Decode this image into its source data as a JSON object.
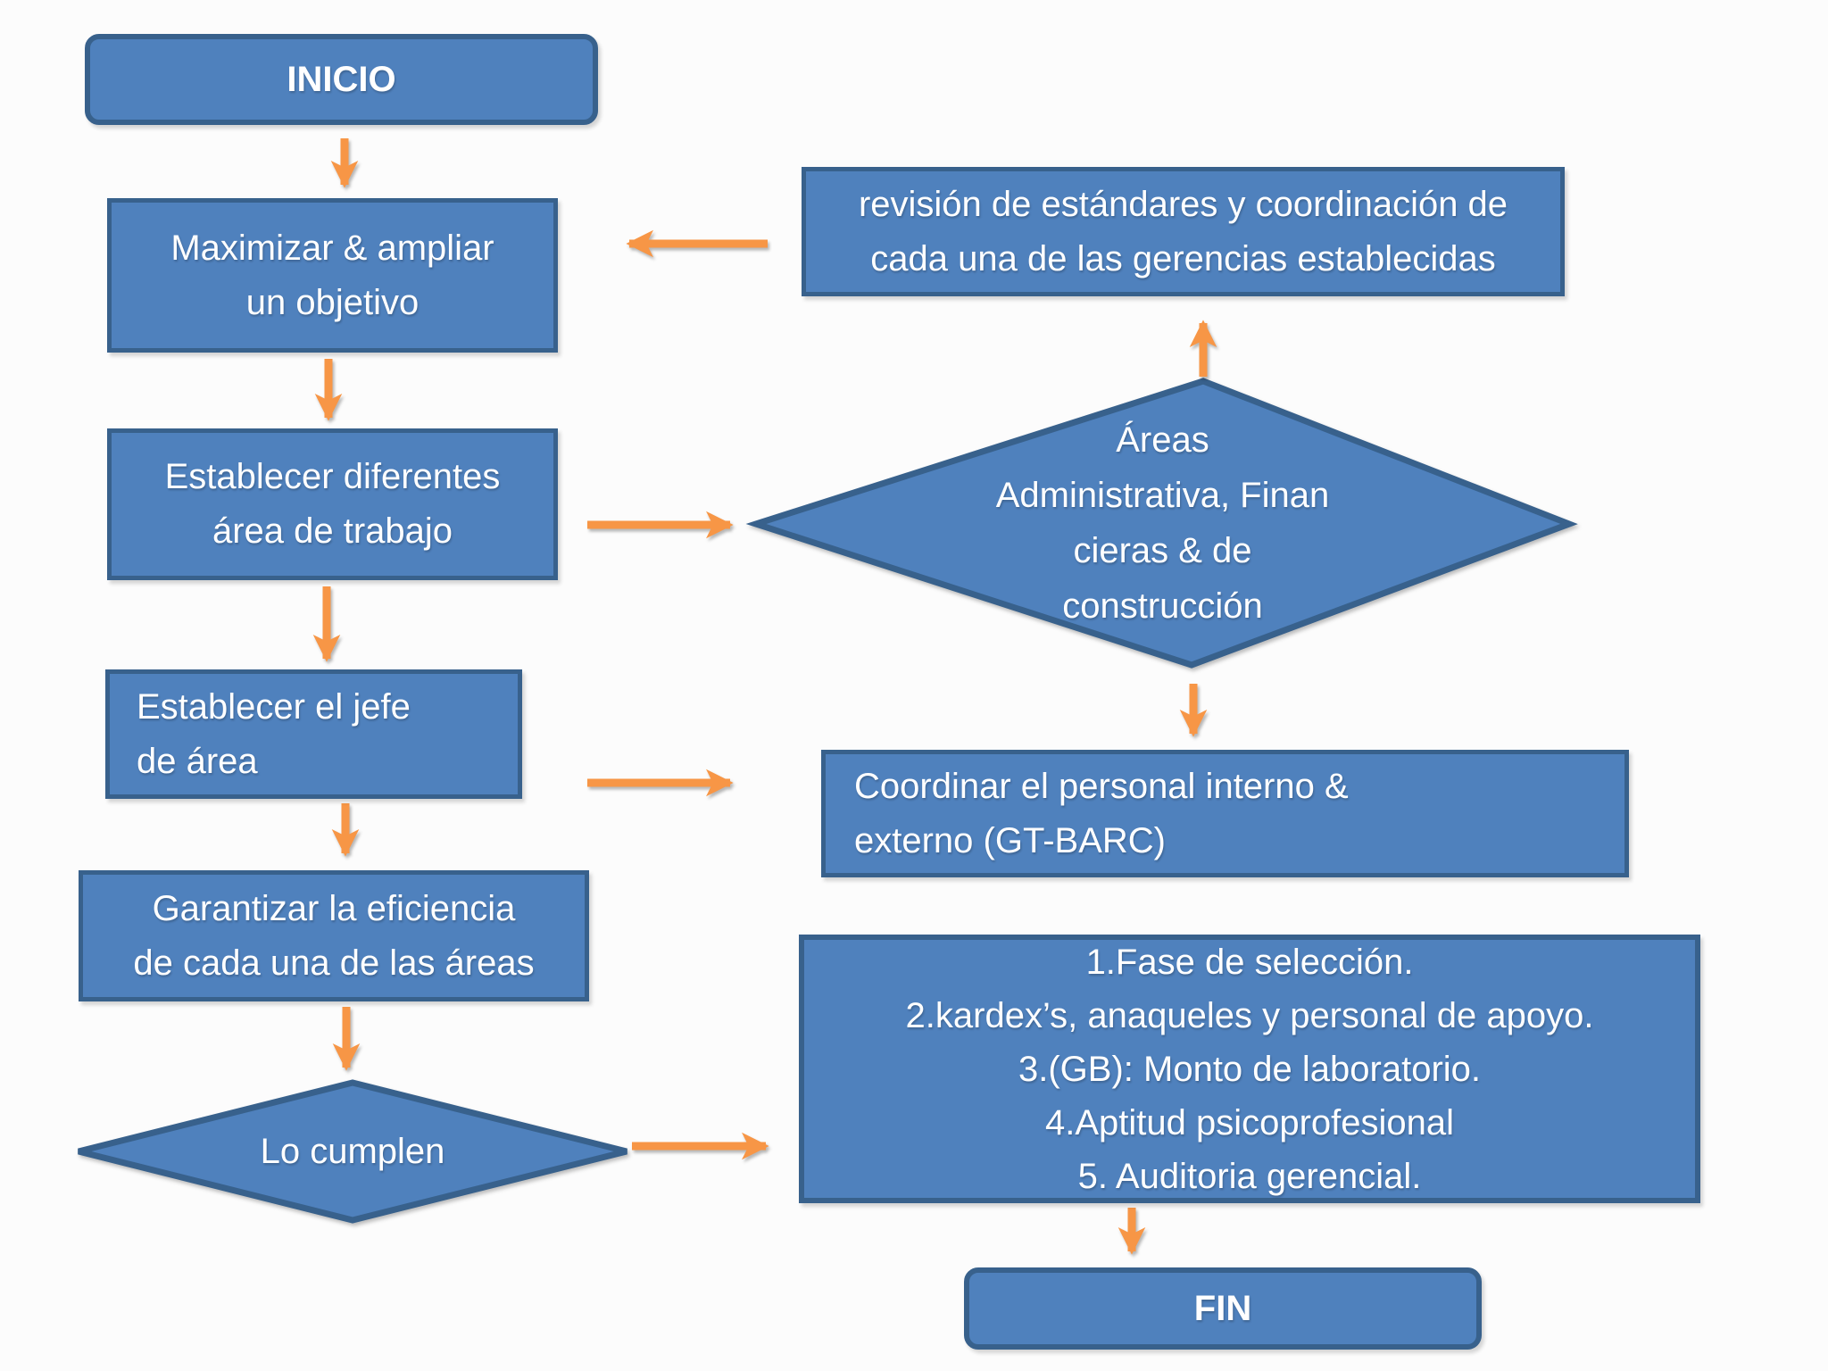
{
  "colors": {
    "shape-fill": "#4F81BD",
    "shape-border": "#38618C",
    "arrow": "#F79646",
    "text": "#FFFFFF",
    "background": "#FCFCFC"
  },
  "nodes": {
    "inicio": {
      "type": "start",
      "label": "INICIO"
    },
    "maximizar": {
      "type": "process",
      "lines": [
        "Maximizar & ampliar",
        "un objetivo"
      ]
    },
    "revision": {
      "type": "process",
      "lines": [
        "revisión de estándares y coordinación de",
        "cada una de las gerencias establecidas"
      ]
    },
    "diferentes": {
      "type": "process",
      "lines": [
        "Establecer diferentes",
        "área de trabajo"
      ]
    },
    "areas_diamond": {
      "type": "decision",
      "lines": [
        "Áreas",
        "Administrativa, Finan",
        "cieras & de",
        "construcción"
      ]
    },
    "jefe": {
      "type": "process",
      "lines": [
        "Establecer el jefe",
        "de área"
      ]
    },
    "coordinar": {
      "type": "process",
      "lines": [
        "Coordinar el personal interno &",
        "externo (GT-BARC)"
      ]
    },
    "garantizar": {
      "type": "process",
      "lines": [
        "Garantizar la eficiencia",
        "de cada una de las áreas"
      ]
    },
    "cumplen": {
      "type": "decision",
      "label": "Lo cumplen"
    },
    "fases": {
      "type": "process",
      "lines": [
        "1.Fase de selección.",
        "2.kardex’s, anaqueles y personal de apoyo.",
        "3.(GB): Monto de laboratorio.",
        "4.Aptitud psicoprofesional",
        "5. Auditoria gerencial."
      ]
    },
    "fin": {
      "type": "end",
      "label": "FIN"
    }
  },
  "edges": [
    {
      "from": "inicio",
      "to": "maximizar"
    },
    {
      "from": "revision",
      "to": "maximizar"
    },
    {
      "from": "maximizar",
      "to": "diferentes"
    },
    {
      "from": "diferentes",
      "to": "areas_diamond"
    },
    {
      "from": "areas_diamond",
      "to": "revision"
    },
    {
      "from": "areas_diamond",
      "to": "coordinar"
    },
    {
      "from": "diferentes",
      "to": "jefe"
    },
    {
      "from": "jefe",
      "to": "coordinar"
    },
    {
      "from": "jefe",
      "to": "garantizar"
    },
    {
      "from": "garantizar",
      "to": "cumplen"
    },
    {
      "from": "cumplen",
      "to": "fases"
    },
    {
      "from": "fases",
      "to": "fin"
    }
  ]
}
